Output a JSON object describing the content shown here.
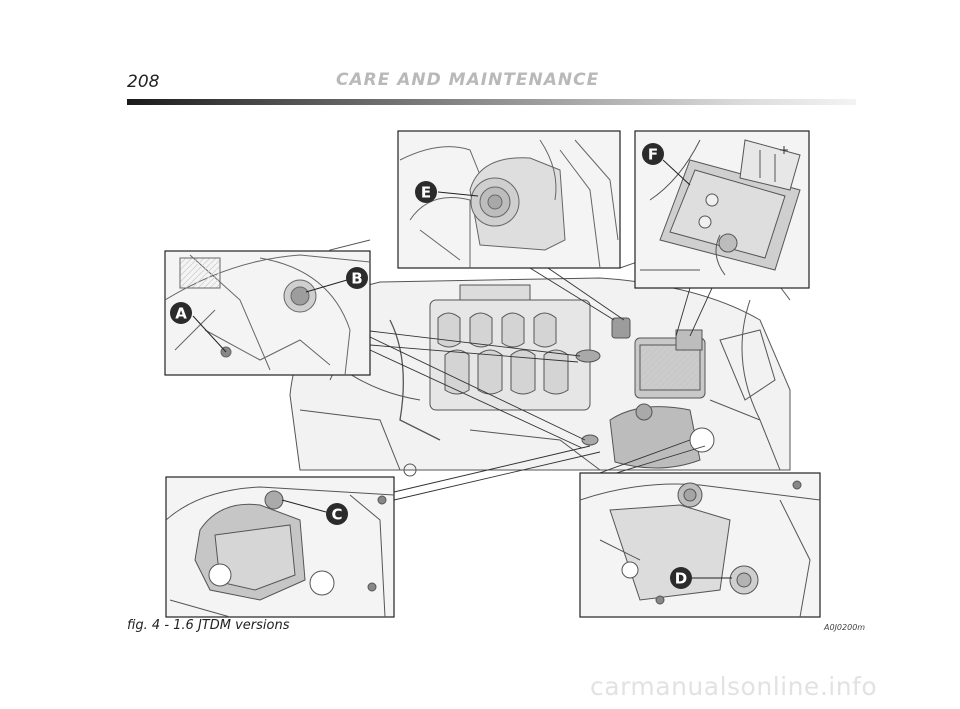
{
  "header": {
    "page_number": "208",
    "section_title": "CARE AND MAINTENANCE"
  },
  "figure": {
    "caption": "fig. 4 - 1.6 JTDM versions",
    "code": "A0J0200m",
    "callouts": [
      "A",
      "B",
      "C",
      "D",
      "E",
      "F"
    ]
  },
  "footer": {
    "watermark": "carmanualsonline.info"
  }
}
